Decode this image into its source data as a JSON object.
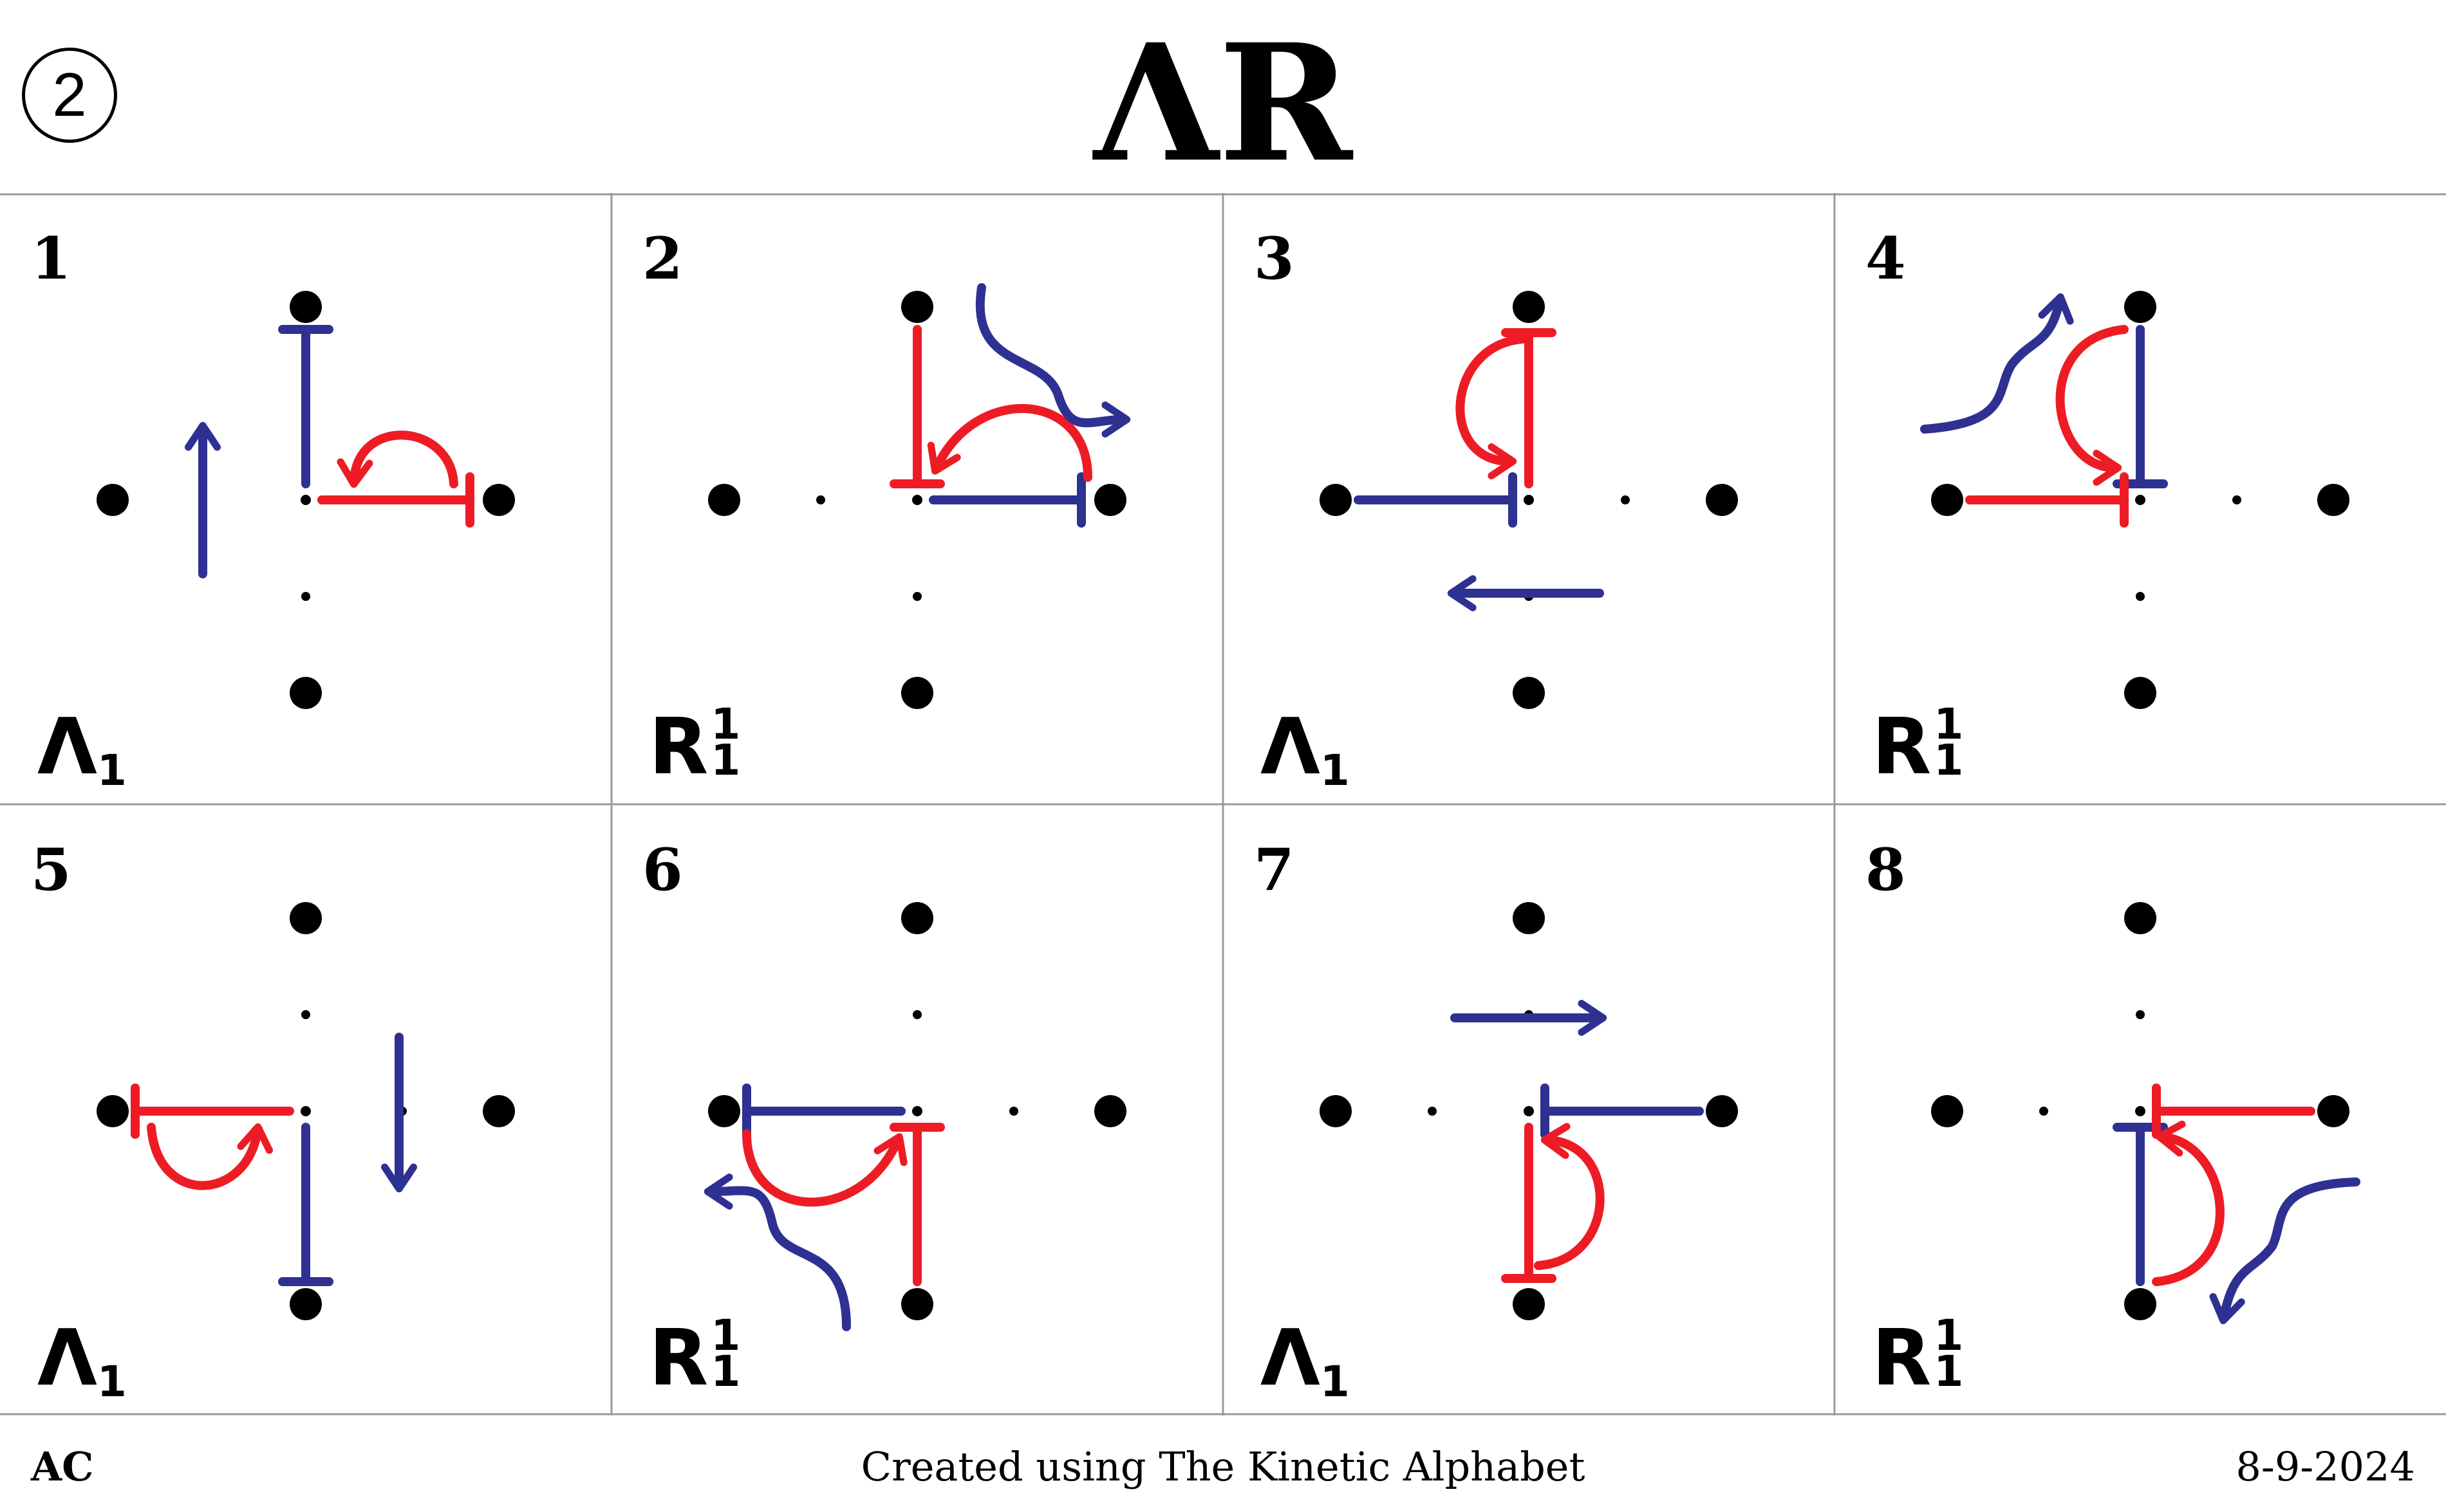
{
  "page_number": "2",
  "title": "ΛR",
  "colors": {
    "blue": "#2e3192",
    "red": "#ed1c24",
    "grid_line": "#9a9a9a"
  },
  "cells": [
    {
      "number": "1",
      "notation": {
        "base": "Λ",
        "sup": "",
        "sub": "1"
      }
    },
    {
      "number": "2",
      "notation": {
        "base": "R",
        "sup": "1",
        "sub": "1"
      }
    },
    {
      "number": "3",
      "notation": {
        "base": "Λ",
        "sup": "",
        "sub": "1"
      }
    },
    {
      "number": "4",
      "notation": {
        "base": "R",
        "sup": "1",
        "sub": "1"
      }
    },
    {
      "number": "5",
      "notation": {
        "base": "Λ",
        "sup": "",
        "sub": "1"
      }
    },
    {
      "number": "6",
      "notation": {
        "base": "R",
        "sup": "1",
        "sub": "1"
      }
    },
    {
      "number": "7",
      "notation": {
        "base": "Λ",
        "sup": "",
        "sub": "1"
      }
    },
    {
      "number": "8",
      "notation": {
        "base": "R",
        "sup": "1",
        "sub": "1"
      }
    }
  ],
  "footer": {
    "left": "AC",
    "center": "Created using The Kinetic Alphabet",
    "right": "8-9-2024"
  }
}
